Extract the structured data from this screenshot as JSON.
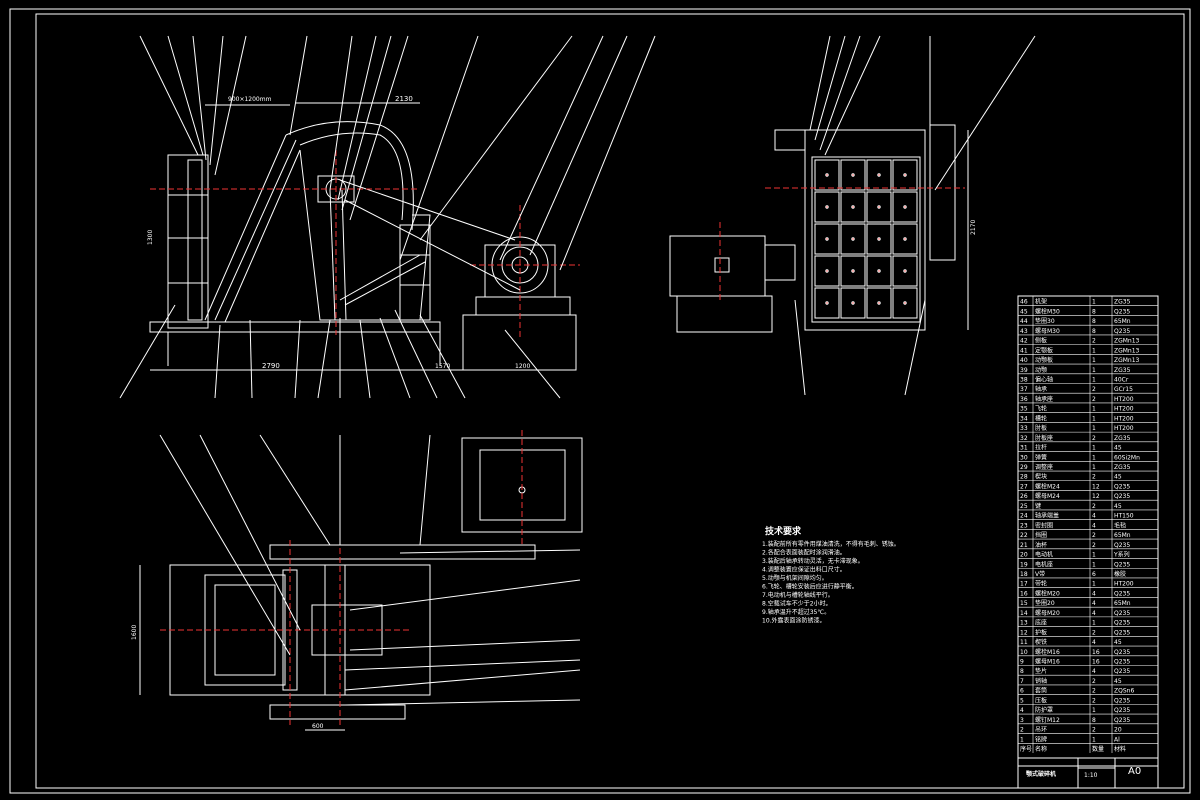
{
  "drawing": {
    "title_block": {
      "name": "颚式破碎机",
      "scale": "1:10",
      "sheet_size": "A0"
    },
    "technical_requirements": {
      "title": "技术要求",
      "lines": [
        "1.装配前所有零件用煤油清洗，不得有毛刺、锈蚀。",
        "2.各配合表面装配时涂润滑油。",
        "3.装配后轴承转动灵活，无卡滞现象。",
        "4.调整装置应保证出料口尺寸。",
        "5.动颚与机架间隙均匀。",
        "6.飞轮、槽轮安装后应进行静平衡。",
        "7.电动机与槽轮轴线平行。",
        "8.空载试车不少于2小时。",
        "9.轴承温升不超过35℃。",
        "10.外露表面涂防锈漆。"
      ]
    },
    "dimensions": {
      "top_width": "2130",
      "feed_opening": "900×1200mm",
      "base_length": "2790",
      "right_length": "1570",
      "motor_base": "1200",
      "left_height": "1300",
      "side_height": "2170",
      "plan_width": "1600",
      "plan_offset": "600"
    },
    "parts_list": [
      {
        "no": "46",
        "name": "机架",
        "qty": "1",
        "mat": "ZG35"
      },
      {
        "no": "45",
        "name": "螺栓M30",
        "qty": "8",
        "mat": "Q235"
      },
      {
        "no": "44",
        "name": "垫圈30",
        "qty": "8",
        "mat": "65Mn"
      },
      {
        "no": "43",
        "name": "螺母M30",
        "qty": "8",
        "mat": "Q235"
      },
      {
        "no": "42",
        "name": "侧板",
        "qty": "2",
        "mat": "ZGMn13"
      },
      {
        "no": "41",
        "name": "定颚板",
        "qty": "1",
        "mat": "ZGMn13"
      },
      {
        "no": "40",
        "name": "动颚板",
        "qty": "1",
        "mat": "ZGMn13"
      },
      {
        "no": "39",
        "name": "动颚",
        "qty": "1",
        "mat": "ZG35"
      },
      {
        "no": "38",
        "name": "偏心轴",
        "qty": "1",
        "mat": "40Cr"
      },
      {
        "no": "37",
        "name": "轴承",
        "qty": "2",
        "mat": "GCr15"
      },
      {
        "no": "36",
        "name": "轴承座",
        "qty": "2",
        "mat": "HT200"
      },
      {
        "no": "35",
        "name": "飞轮",
        "qty": "1",
        "mat": "HT200"
      },
      {
        "no": "34",
        "name": "槽轮",
        "qty": "1",
        "mat": "HT200"
      },
      {
        "no": "33",
        "name": "肘板",
        "qty": "1",
        "mat": "HT200"
      },
      {
        "no": "32",
        "name": "肘板座",
        "qty": "2",
        "mat": "ZG35"
      },
      {
        "no": "31",
        "name": "拉杆",
        "qty": "1",
        "mat": "45"
      },
      {
        "no": "30",
        "name": "弹簧",
        "qty": "1",
        "mat": "60Si2Mn"
      },
      {
        "no": "29",
        "name": "调整座",
        "qty": "1",
        "mat": "ZG35"
      },
      {
        "no": "28",
        "name": "楔块",
        "qty": "2",
        "mat": "45"
      },
      {
        "no": "27",
        "name": "螺栓M24",
        "qty": "12",
        "mat": "Q235"
      },
      {
        "no": "26",
        "name": "螺母M24",
        "qty": "12",
        "mat": "Q235"
      },
      {
        "no": "25",
        "name": "键",
        "qty": "2",
        "mat": "45"
      },
      {
        "no": "24",
        "name": "轴承端盖",
        "qty": "4",
        "mat": "HT150"
      },
      {
        "no": "23",
        "name": "密封圈",
        "qty": "4",
        "mat": "毛毡"
      },
      {
        "no": "22",
        "name": "挡圈",
        "qty": "2",
        "mat": "65Mn"
      },
      {
        "no": "21",
        "name": "油杯",
        "qty": "2",
        "mat": "Q235"
      },
      {
        "no": "20",
        "name": "电动机",
        "qty": "1",
        "mat": "Y系列"
      },
      {
        "no": "19",
        "name": "电机座",
        "qty": "1",
        "mat": "Q235"
      },
      {
        "no": "18",
        "name": "V带",
        "qty": "6",
        "mat": "橡胶"
      },
      {
        "no": "17",
        "name": "带轮",
        "qty": "1",
        "mat": "HT200"
      },
      {
        "no": "16",
        "name": "螺栓M20",
        "qty": "4",
        "mat": "Q235"
      },
      {
        "no": "15",
        "name": "垫圈20",
        "qty": "4",
        "mat": "65Mn"
      },
      {
        "no": "14",
        "name": "螺母M20",
        "qty": "4",
        "mat": "Q235"
      },
      {
        "no": "13",
        "name": "底座",
        "qty": "1",
        "mat": "Q235"
      },
      {
        "no": "12",
        "name": "护板",
        "qty": "2",
        "mat": "Q235"
      },
      {
        "no": "11",
        "name": "楔铁",
        "qty": "4",
        "mat": "45"
      },
      {
        "no": "10",
        "name": "螺栓M16",
        "qty": "16",
        "mat": "Q235"
      },
      {
        "no": "9",
        "name": "螺母M16",
        "qty": "16",
        "mat": "Q235"
      },
      {
        "no": "8",
        "name": "垫片",
        "qty": "4",
        "mat": "Q235"
      },
      {
        "no": "7",
        "name": "销轴",
        "qty": "2",
        "mat": "45"
      },
      {
        "no": "6",
        "name": "套筒",
        "qty": "2",
        "mat": "ZQSn6"
      },
      {
        "no": "5",
        "name": "压板",
        "qty": "2",
        "mat": "Q235"
      },
      {
        "no": "4",
        "name": "防护罩",
        "qty": "1",
        "mat": "Q235"
      },
      {
        "no": "3",
        "name": "螺钉M12",
        "qty": "8",
        "mat": "Q235"
      },
      {
        "no": "2",
        "name": "吊环",
        "qty": "2",
        "mat": "20"
      },
      {
        "no": "1",
        "name": "铭牌",
        "qty": "1",
        "mat": "Al"
      }
    ],
    "header_row": {
      "no": "序号",
      "name": "名称",
      "qty": "数量",
      "mat": "材料"
    }
  }
}
